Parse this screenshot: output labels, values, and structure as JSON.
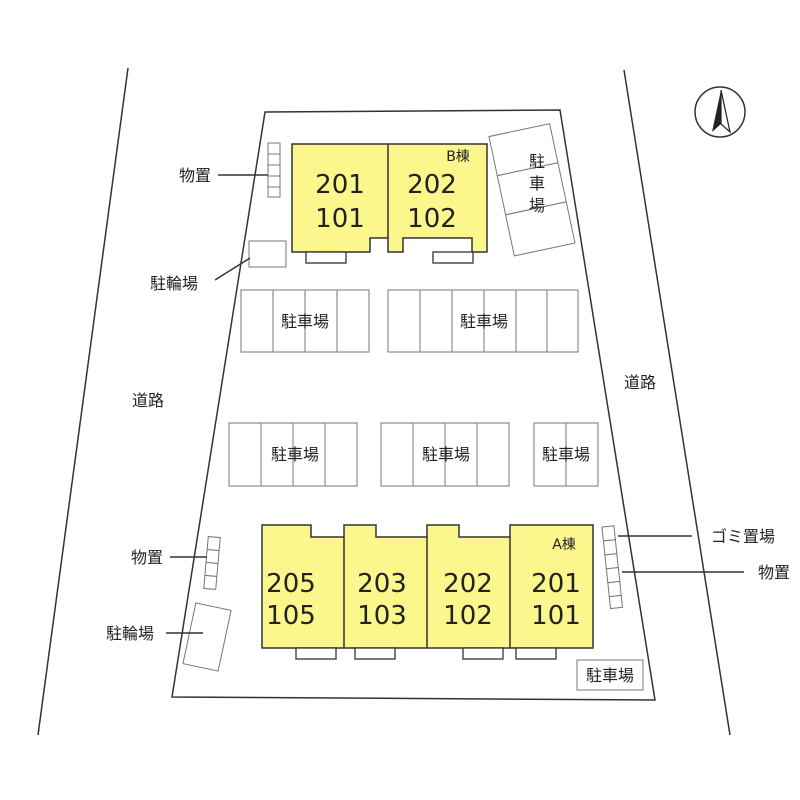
{
  "colors": {
    "building_fill": "#fbf78c",
    "line": "#333333"
  },
  "roads": {
    "left": "道路",
    "right": "道路"
  },
  "compass_icon": "north-arrow-icon",
  "building_b": {
    "tag": "B棟",
    "units": [
      {
        "upper": "201",
        "lower": "101"
      },
      {
        "upper": "202",
        "lower": "102"
      }
    ]
  },
  "building_a": {
    "tag": "A棟",
    "units": [
      {
        "upper": "205",
        "lower": "105"
      },
      {
        "upper": "203",
        "lower": "103"
      },
      {
        "upper": "202",
        "lower": "102"
      },
      {
        "upper": "201",
        "lower": "101"
      }
    ]
  },
  "labels": {
    "storage_top": "物置",
    "bike_top": "駐輪場",
    "parking_right_vertical": [
      "駐",
      "車",
      "場"
    ],
    "parking_row1_left": "駐車場",
    "parking_row1_right": "駐車場",
    "parking_row2_left": "駐車場",
    "parking_row2_mid": "駐車場",
    "parking_row2_right": "駐車場",
    "storage_bottom_left": "物置",
    "bike_bottom": "駐輪場",
    "garbage": "ゴミ置場",
    "storage_bottom_right": "物置",
    "parking_bottom_right": "駐車場"
  }
}
